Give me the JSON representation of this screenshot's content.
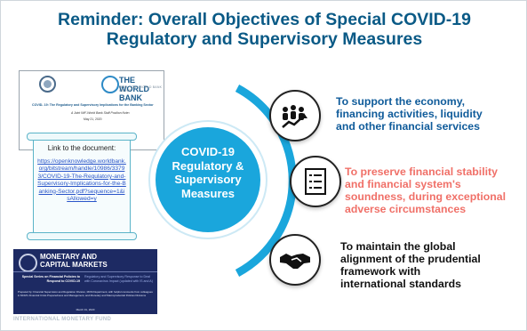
{
  "slide": {
    "title_line1": "Reminder: Overall Objectives of Special COVID-19",
    "title_line2": "Regulatory and Supervisory Measures"
  },
  "world_bank_doc": {
    "brand": "THE WORLD BANK",
    "brand_sub": "IBRD · IDA | WORLD BANK GROUP",
    "doc_title": "COVID- 19: The Regulatory and Supervisory Implications for the Banking Sector",
    "doc_subtitle": "A Joint IMF-World Bank Staff Position Note¹",
    "doc_date": "May 21, 2020"
  },
  "link_box": {
    "label": "Link to the document:",
    "url": "https://openknowledge.worldbank.org/bitstream/handle/10986/33793/COVID-19-The-Regulatory-and-Supervisory-Implications-for-the-Banking-Sector.pdf?sequence=1&isAllowed=y"
  },
  "imf_doc": {
    "brand_line1": "MONETARY AND",
    "brand_line2": "CAPITAL MARKETS",
    "series": "Special Series on Financial Policies to Respond to COVID-19",
    "subtitle": "Regulatory and Supervisory Response to Deal with Coronavirus Impact (updated with IS and A)",
    "prepared_by": "Prepared by: Financial Supervision and Regulation Division, MCM Department, with helpful comments from colleagues in MCM's Financial Crisis Preparedness and Management, and Monetary and Macroprudential Policies Divisions",
    "date": "March 31, 2020",
    "footer": "INTERNATIONAL MONETARY FUND"
  },
  "diagram": {
    "center_line1": "COVID-19",
    "center_line2": "Regulatory &",
    "center_line3": "Supervisory",
    "center_line4": "Measures",
    "objectives": [
      {
        "icon": "people-growth-icon",
        "line1": "To support the economy,",
        "line2": "financing activities, liquidity",
        "line3": "and other financial services",
        "line4": "",
        "color": "#0f5b9a"
      },
      {
        "icon": "checklist-icon",
        "line1": "To preserve financial stability",
        "line2": "and financial system's",
        "line3": "soundness, during exceptional",
        "line4": "adverse circumstances",
        "color": "#f07068"
      },
      {
        "icon": "handshake-icon",
        "line1": "To maintain the global",
        "line2": "alignment of the prudential",
        "line3": "framework with",
        "line4": "international standards",
        "color": "#111111"
      }
    ],
    "center_color": "#1aa6dc",
    "arc_color": "#1aa6dc"
  },
  "colors": {
    "title": "#0a5a86",
    "link": "#2a55c9",
    "imf_navy": "#1d2a63"
  }
}
